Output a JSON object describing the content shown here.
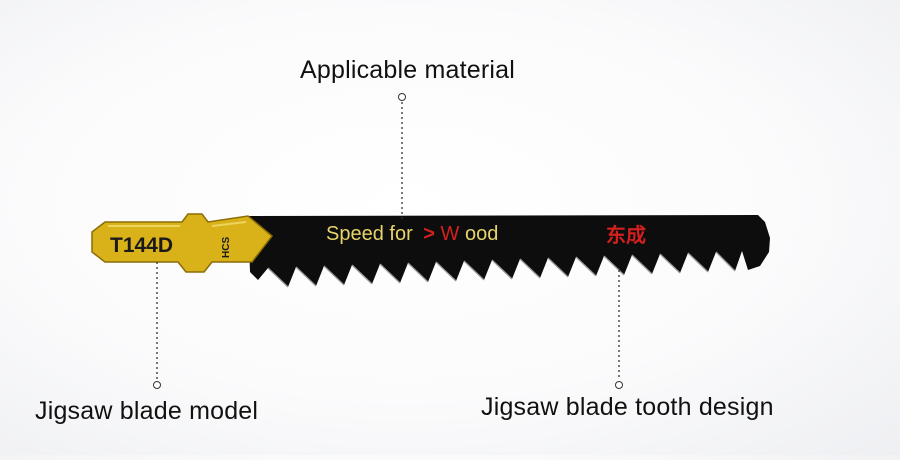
{
  "labels": {
    "applicable_material": "Applicable material",
    "blade_model": "Jigsaw blade model",
    "tooth_design": "Jigsaw blade tooth design"
  },
  "blade": {
    "model": "T144D",
    "steel": "HCS",
    "text_left": "Speed for",
    "text_arrow": ">",
    "text_w": "W",
    "text_right": "ood",
    "brand": "东成"
  },
  "colors": {
    "shank_gold": "#d9b21a",
    "blade_black": "#0d0d0d",
    "print_yellow": "#e8d36a",
    "accent_red": "#d3201f",
    "leader_line": "#333333"
  }
}
